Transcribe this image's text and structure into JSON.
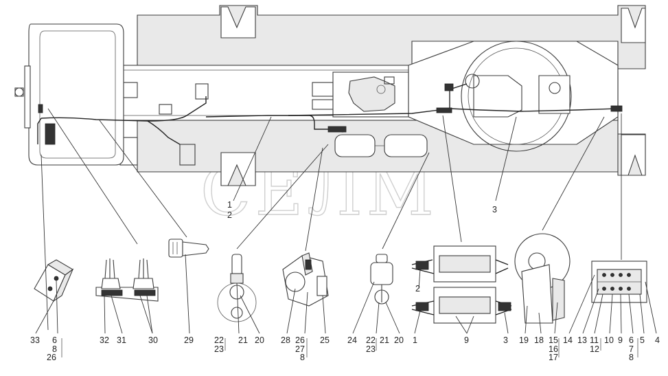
{
  "watermark": "СЕЛМ",
  "callouts": {
    "c1a": "1",
    "c2a": "2",
    "c3a": "3",
    "c33": "33",
    "c6a": "6",
    "c8a": "8",
    "c26a": "26",
    "c32": "32",
    "c31": "31",
    "c30": "30",
    "c29": "29",
    "c22a": "22",
    "c23a": "23",
    "c21a": "21",
    "c20a": "20",
    "c28": "28",
    "c26b": "26",
    "c27": "27",
    "c8b": "8",
    "c25": "25",
    "c24": "24",
    "c22b": "22",
    "c23b": "23",
    "c21b": "21",
    "c20b": "20",
    "c1b": "1",
    "c2b": "2",
    "c9a": "9",
    "c3b": "3",
    "c19": "19",
    "c18": "18",
    "c15": "15",
    "c16": "16",
    "c17": "17",
    "c14": "14",
    "c13": "13",
    "c11": "11",
    "c12": "12",
    "c10": "10",
    "c9b": "9",
    "c6b": "6",
    "c7": "7",
    "c8c": "8",
    "c5": "5",
    "c4": "4"
  }
}
